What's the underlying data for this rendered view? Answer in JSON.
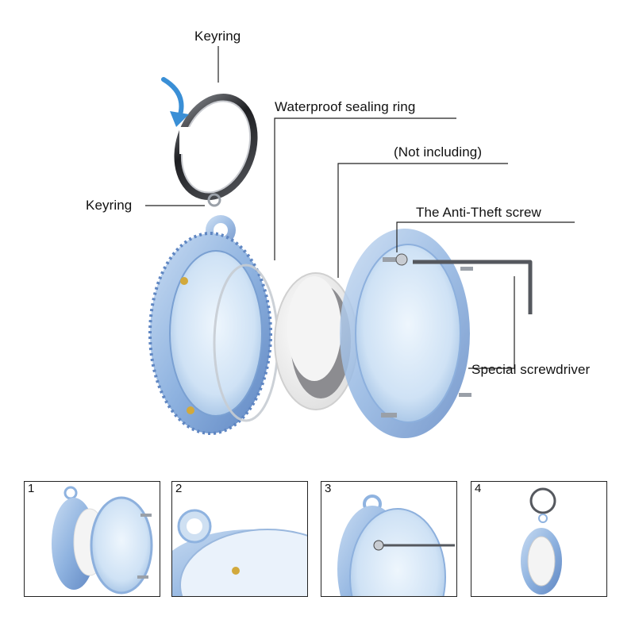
{
  "labels": {
    "keyring_top": "Keyring",
    "keyring_left": "Keyring",
    "sealing_ring": "Waterproof sealing ring",
    "not_including": "(Not including)",
    "anti_theft_screw": "The Anti-Theft screw",
    "special_screwdriver": "Special screwdriver"
  },
  "steps": [
    {
      "number": "1"
    },
    {
      "number": "2"
    },
    {
      "number": "3"
    },
    {
      "number": "4"
    }
  ],
  "colors": {
    "case_blue": "#a9c6ea",
    "case_edge": "#6f95c9",
    "keyring_dark": "#2b2b2e",
    "tag_white": "#f4f4f4",
    "arrow_blue": "#3a8fd6",
    "brass": "#d2a93c"
  }
}
